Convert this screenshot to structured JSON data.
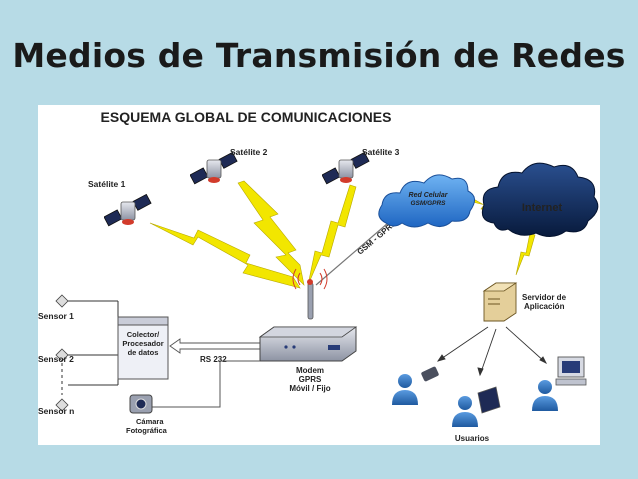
{
  "slide": {
    "title": "Medios de Transmisión de Redes"
  },
  "diagram": {
    "heading": "ESQUEMA GLOBAL DE COMUNICACIONES",
    "satellites": [
      "Satélite 1",
      "Satélite 2",
      "Satélite 3"
    ],
    "cloud_cellular": [
      "Red Celular",
      "GSM/GPRS"
    ],
    "cloud_internet": "Internet",
    "link_gsm": "GSM - GPRS",
    "sensors": [
      "Sensor 1",
      "Sensor 2",
      "Sensor n"
    ],
    "collector": [
      "Colector/",
      "Procesador",
      "de datos"
    ],
    "link_rs232": "RS 232",
    "modem": [
      "Modem",
      "GPRS",
      "Móvil / Fijo"
    ],
    "camera": [
      "Cámara",
      "Fotográfica"
    ],
    "server": [
      "Servidor de",
      "Aplicación"
    ],
    "users": "Usuarios",
    "colors": {
      "background": "#b7dbe6",
      "lightning": "#f2e600",
      "cloud_cellular": "#2e7fd6",
      "cloud_internet": "#0e2a5a",
      "user": "#2f6fb8"
    }
  }
}
